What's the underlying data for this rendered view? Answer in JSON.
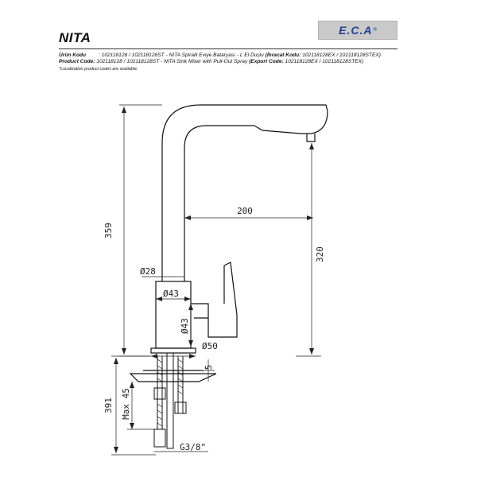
{
  "header": {
    "title": "NITA",
    "logo_text": "E.C.A",
    "logo_mark": "®"
  },
  "product_info": {
    "tr_label": "Ürün Kodu",
    "tr_text": ": 102118128 / 102118128ST - NITA Spiralli Eviye Bataryası - L El Duşlu",
    "tr_export_label": "(İhracat Kodu:",
    "tr_export_text": "102118128EX / 102118128STEX)",
    "en_label": "Product Code:",
    "en_text": "102118128 / 102118128ST - NITA Sink Mixer with Pull-Out Spray",
    "en_export_label": "(Export Code:",
    "en_export_text": "102118128EX / 102118128STEX)",
    "note": "*Localization product codes are available."
  },
  "dimensions": {
    "total_height": "359",
    "spout_reach": "200",
    "spout_height": "320",
    "lever_diameter": "Ø28",
    "body_diameter_top": "Ø43",
    "body_diameter_side": "Ø43",
    "base_diameter": "Ø50",
    "base_gap": "5",
    "hose_length": "391",
    "max_thickness": "Max 45",
    "thread": "G3/8\""
  }
}
